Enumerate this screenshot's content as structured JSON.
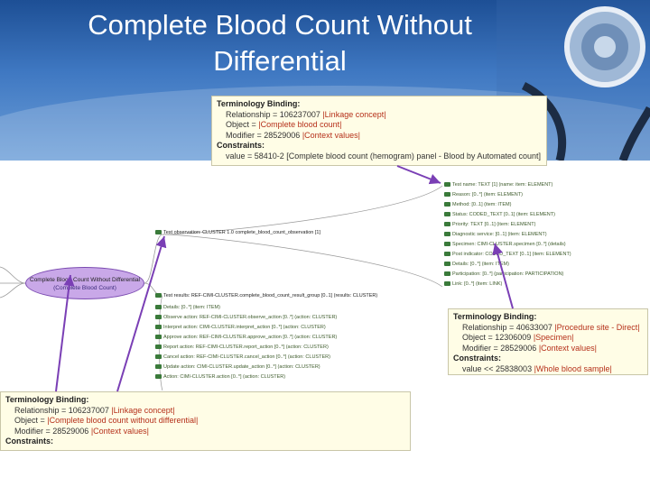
{
  "slide": {
    "title_line1": "Complete Blood Count Without",
    "title_line2": "Differential"
  },
  "top_box": {
    "heading_binding": "Terminology Binding:",
    "relationship": "Relationship = 106237007 |Linkage concept|",
    "object": "Object = |Complete blood count|",
    "modifier": "Modifier = 28529006 |Context values|",
    "heading_constraints": "Constraints:",
    "value": "value = 58410-2 [Complete blood count (hemogram) panel - Blood by Automated count]"
  },
  "right_box": {
    "heading_binding": "Terminology Binding:",
    "relationship": "Relationship = 40633007 |Procedure site - Direct|",
    "object": "Object = 12306009 |Specimen|",
    "modifier": "Modifier = 28529006 |Context values|",
    "heading_constraints": "Constraints:",
    "value": "value << 25838003 |Whole blood sample|"
  },
  "bottom_box": {
    "heading_binding": "Terminology Binding:",
    "relationship": "Relationship = 106237007 |Linkage concept|",
    "object": "Object = |Complete blood count without differential|",
    "modifier": "Modifier = 28529006 |Context values|",
    "heading_constraints": "Constraints:"
  },
  "mindmap": {
    "root_label": "Complete Blood Count Without Differential",
    "root_sub": "(Complete Blood Count)",
    "test_observation": "Test observation: CLUSTER 1.0 complete_blood_count_observation [1]",
    "test_results": "Test results: REF-CIMI-CLUSTER.complete_blood_count_result_group [0..1] (results: CLUSTER)",
    "left_items": [
      "Details: [0..*] (item: ITEM)",
      "Observe action: REF-CIMI-CLUSTER.observe_action [0..*] (action: CLUSTER)",
      "Interpret action: CIMI-CLUSTER.interpret_action [0..*] (action: CLUSTER)",
      "Approve action: REF-CIMI-CLUSTER.approve_action [0..*] (action: CLUSTER)",
      "Report action: REF-CIMI-CLUSTER.report_action [0..*] (action: CLUSTER)",
      "Cancel action: REF-CIMI-CLUSTER.cancel_action [0..*] (action: CLUSTER)",
      "Update action: CIMI-CLUSTER.update_action [0..*] (action: CLUSTER)",
      "Action: CIMI-CLUSTER.action [0..*] (action: CLUSTER)"
    ],
    "right_items": [
      "Test name: TEXT [1] (name: item: ELEMENT)",
      "Reason: [0..*] (item: ELEMENT)",
      "Method: [0..1] (item: ITEM)",
      "Status: CODED_TEXT [0..1] (item: ELEMENT)",
      "Priority: TEXT [0..1] (item: ELEMENT)",
      "Diagnostic service: [0..1] (item: ELEMENT)",
      "Specimen: CIMI-CLUSTER.specimen [0..*] (details)",
      "Post indicator: CODED_TEXT [0..1] (item: ELEMENT)",
      "Details: [0..*] (item: ITEM)",
      "Participation: [0..*] (participation: PARTICIPATION)",
      "Link: [0..*] (item: LINK)"
    ]
  }
}
